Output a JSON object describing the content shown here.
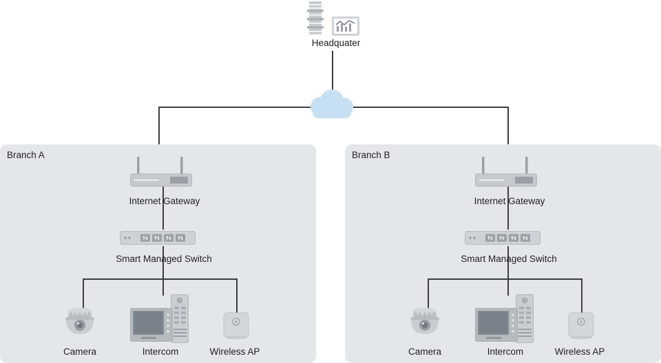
{
  "colors": {
    "cloud": "#c7dff3",
    "panel": "#e4e7ea",
    "line": "#3d3d3d",
    "icon_gray": "#c6cace"
  },
  "headquarter": {
    "label": "Headquater"
  },
  "branches": [
    {
      "name": "Branch A",
      "gateway_label": "Internet Gateway",
      "switch_label": "Smart Managed Switch",
      "devices": [
        "Camera",
        "Intercom",
        "Wireless AP"
      ]
    },
    {
      "name": "Branch B",
      "gateway_label": "Internet Gateway",
      "switch_label": "Smart Managed Switch",
      "devices": [
        "Camera",
        "Intercom",
        "Wireless AP"
      ]
    }
  ]
}
